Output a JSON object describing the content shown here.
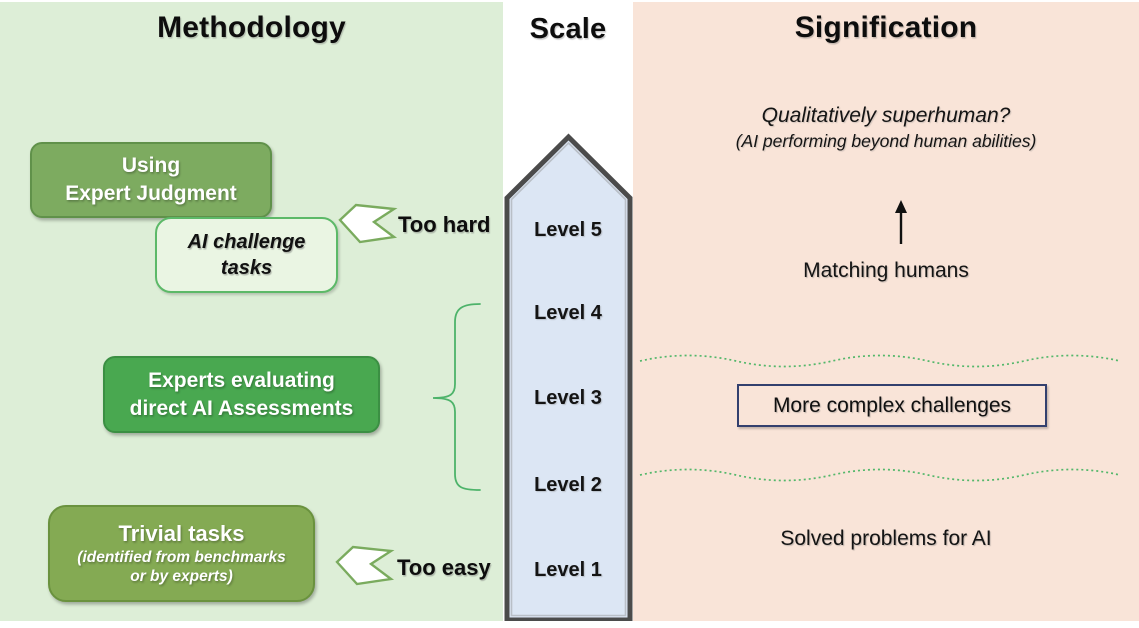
{
  "methodology": {
    "title": "Methodology",
    "using_box": {
      "line1": "Using",
      "line2": "Expert Judgment"
    },
    "challenge_box": {
      "line1": "AI challenge",
      "line2": "tasks"
    },
    "experts_box": {
      "line1": "Experts evaluating",
      "line2": "direct AI Assessments"
    },
    "trivial_box": {
      "line1": "Trivial tasks",
      "line2": "(identified from benchmarks",
      "line3": "or by experts)"
    },
    "too_hard_label": "Too hard",
    "too_easy_label": "Too easy"
  },
  "scale": {
    "title": "Scale",
    "levels": [
      "Level 5",
      "Level 4",
      "Level 3",
      "Level 2",
      "Level 1"
    ]
  },
  "signification": {
    "title": "Signification",
    "superhuman_line1": "Qualitatively superhuman?",
    "superhuman_line2": "(AI performing beyond human abilities)",
    "matching_label": "Matching humans",
    "complex_box_label": "More complex challenges",
    "solved_label": "Solved problems for AI"
  },
  "colors": {
    "methodology_bg": "#ddeed7",
    "scale_bg": "#ffffff",
    "signification_bg": "#f9e4d8",
    "scale_arrow_fill": "#dce6f4",
    "scale_arrow_border": "#4b4b4b",
    "using_box_fill": "#7dab60",
    "challenge_box_fill": "#eaf5e3",
    "challenge_box_border": "#5cb968",
    "experts_box_fill": "#49a850",
    "trivial_box_fill": "#84aa53",
    "brace_green": "#4db36a",
    "wave_green": "#53b76a",
    "complex_box_border": "#33406e",
    "side_arrow_stroke": "#7aab5e"
  }
}
